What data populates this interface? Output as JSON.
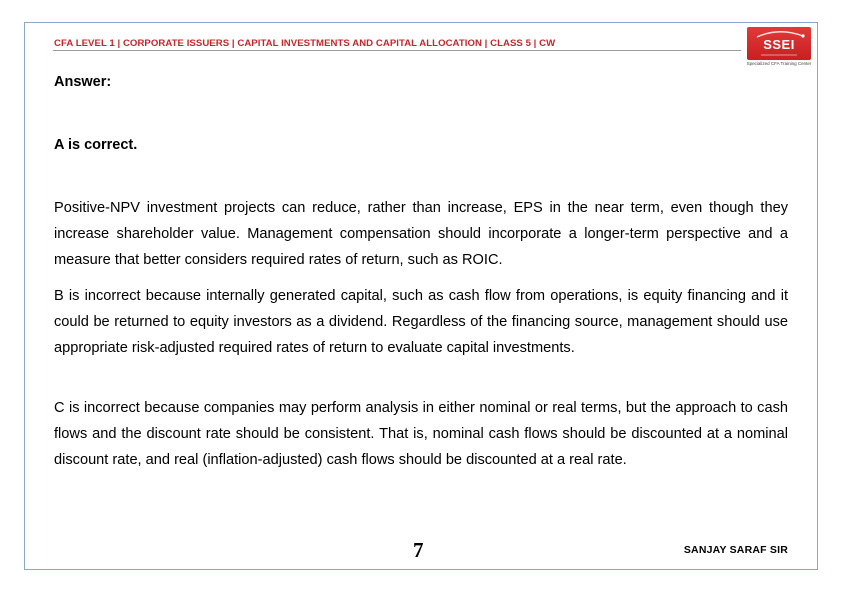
{
  "header": {
    "title": "CFA LEVEL 1 | CORPORATE ISSUERS | CAPITAL INVESTMENTS AND CAPITAL ALLOCATION | CLASS 5 | CW",
    "logo_text": "SSEI",
    "logo_tagline": "Specialized CFA Training Center"
  },
  "body": {
    "answer_label": "Answer:",
    "correct_statement": "A is correct.",
    "paragraphs": [
      "Positive-NPV investment projects can reduce, rather than increase, EPS in the near term, even though they increase shareholder value. Management compensation should incorporate a longer-term perspective and a measure that better considers required rates of return, such as ROIC.",
      "B is incorrect because internally generated capital, such as cash flow from operations, is equity financing and it could be returned to equity investors as a dividend. Regardless of the financing source, management should use appropriate risk-adjusted required rates of return to evaluate capital investments.",
      "C is incorrect because companies may perform analysis in either nominal or real terms, but the approach to cash flows and the discount rate should be consistent. That is, nominal cash flows should be discounted at a nominal discount rate, and real (inflation-adjusted) cash flows should be discounted at a real rate."
    ]
  },
  "footer": {
    "page_number": "7",
    "author": "SANJAY SARAF SIR"
  },
  "colors": {
    "header_text": "#c0282d",
    "frame_border": "#8ea6c8",
    "logo_background": "#d12a2c"
  }
}
